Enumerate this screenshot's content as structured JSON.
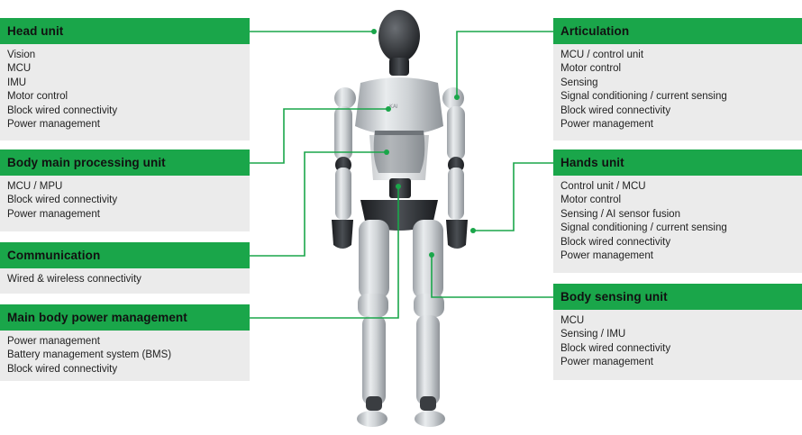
{
  "colors": {
    "accent": "#1aa64a",
    "panel_bg": "#ebebeb",
    "connector": "#1aa64a"
  },
  "illustration": "humanoid-robot",
  "panels": {
    "head_unit": {
      "title": "Head unit",
      "items": [
        "Vision",
        "MCU",
        "IMU",
        "Motor control",
        "Block wired connectivity",
        "Power management"
      ]
    },
    "body_main": {
      "title": "Body main processing unit",
      "items": [
        "MCU / MPU",
        "Block wired connectivity",
        "Power management"
      ]
    },
    "communication": {
      "title": "Communication",
      "items": [
        "Wired & wireless connectivity"
      ]
    },
    "power": {
      "title": "Main body power management",
      "items": [
        "Power management",
        "Battery management system (BMS)",
        "Block wired connectivity"
      ]
    },
    "articulation": {
      "title": "Articulation",
      "items": [
        "MCU / control unit",
        "Motor control",
        "Sensing",
        "Signal conditioning / current sensing",
        "Block wired connectivity",
        "Power management"
      ]
    },
    "hands": {
      "title": "Hands unit",
      "items": [
        "Control unit / MCU",
        "Motor control",
        "Sensing / AI sensor fusion",
        "Signal conditioning / current sensing",
        "Block wired connectivity",
        "Power management"
      ]
    },
    "body_sensing": {
      "title": "Body sensing unit",
      "items": [
        "MCU",
        "Sensing / IMU",
        "Block wired connectivity",
        "Power management"
      ]
    }
  }
}
